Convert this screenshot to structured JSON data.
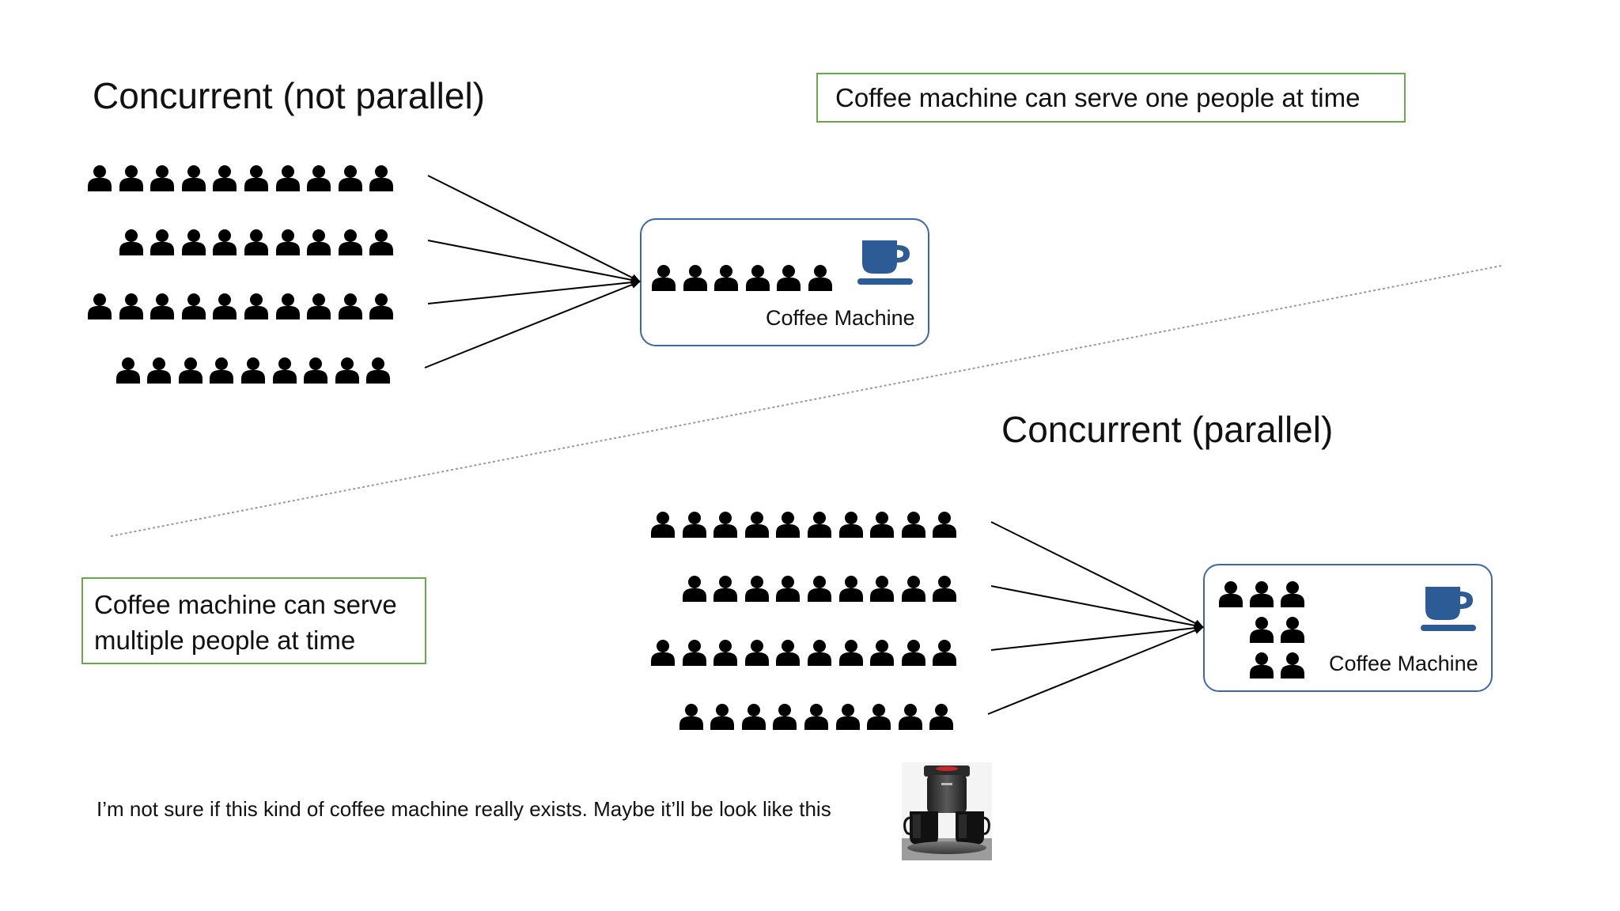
{
  "top_section": {
    "title": "Concurrent (not parallel)",
    "note": "Coffee machine can serve one people at time",
    "machine": {
      "label": "Coffee Machine",
      "icon": "coffee-cup-icon",
      "people_in_machine": 6
    },
    "queues": [
      10,
      9,
      10,
      9
    ],
    "arrow_count": 4
  },
  "bottom_section": {
    "title": "Concurrent (parallel)",
    "note": "Coffee machine can serve multiple people at time",
    "machine": {
      "label": "Coffee Machine",
      "icon": "coffee-cup-icon",
      "people_in_machine": 7
    },
    "queues": [
      10,
      9,
      10,
      9
    ],
    "arrow_count": 4
  },
  "caption": "I’m not sure if this kind of coffee machine really exists. Maybe it’ll be look like this",
  "photo": {
    "subject": "dual-cup coffee machine",
    "icon": "coffee-machine-photo"
  },
  "colors": {
    "person": "#000000",
    "machine_border": "#3b67ad",
    "cup": "#2c5b95",
    "note_border": "#6aa84f",
    "divider": "#9a9a9a"
  }
}
